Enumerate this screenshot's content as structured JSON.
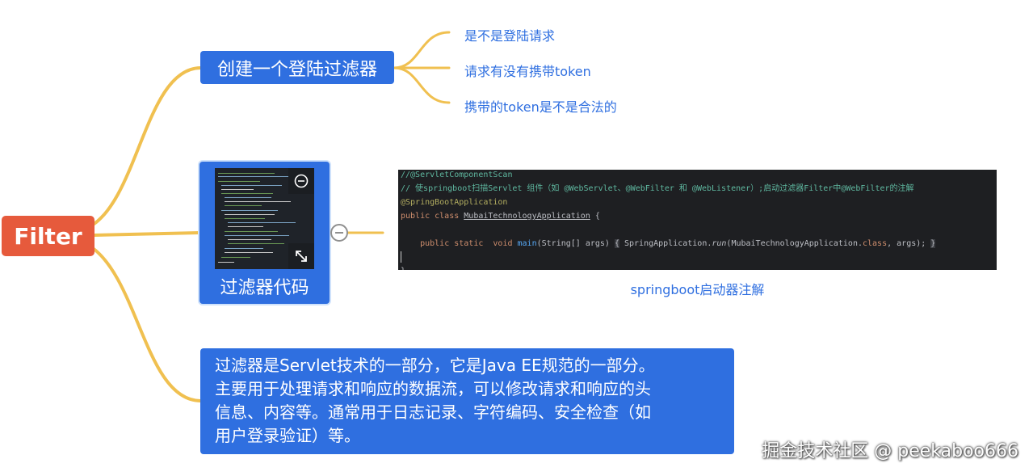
{
  "root": {
    "label": "Filter"
  },
  "branches": {
    "login_filter": {
      "label": "创建一个登陆过滤器",
      "children": [
        "是不是登陆请求",
        "请求有没有携带token",
        "携带的token是不是合法的"
      ]
    },
    "filter_code": {
      "label": "过滤器代码",
      "image_caption": "springboot启动器注解"
    },
    "description": {
      "lines": [
        "过滤器是Servlet技术的一部分，它是Java EE规范的一部分。",
        "主要用于处理请求和响应的数据流，可以修改请求和响应的头",
        "信息、内容等。通常用于日志记录、字符编码、安全检查（如",
        "用户登录验证）等。"
      ]
    }
  },
  "code_snippet": {
    "line1": "//@ServletComponentScan",
    "line2": "// 使springboot扫描Servlet 组件（如 @WebServlet、@WebFilter 和 @WebListener）;启动过滤器Filter中@WebFilter的注解",
    "line3": "@SpringBootApplication",
    "line4_keywords": "public class ",
    "line4_class": "MubaiTechnologyApplication",
    "line4_end": " {",
    "line6_indent": "    ",
    "line6_keywords": "public static  void ",
    "line6_method": "main",
    "line6_params": "(String[] args) ",
    "line6_open": "{",
    "line6_body_start": " SpringApplication.",
    "line6_run": "run",
    "line6_body_mid": "(MubaiTechnologyApplication.",
    "line6_class_kw": "class",
    "line6_body_end": ", args); ",
    "line6_close": "}",
    "line8": "}"
  },
  "icons": {
    "minus": "minus-circle-icon",
    "expand": "expand-arrows-icon",
    "collapse": "collapse-toggle-icon"
  },
  "colors": {
    "root": "#e65a3c",
    "node": "#2f6fe0",
    "connector": "#f0c050",
    "leaf_text": "#2f6fe0",
    "code_bg": "#1e1f22"
  },
  "watermark": "掘金技术社区 @ peekaboo666"
}
